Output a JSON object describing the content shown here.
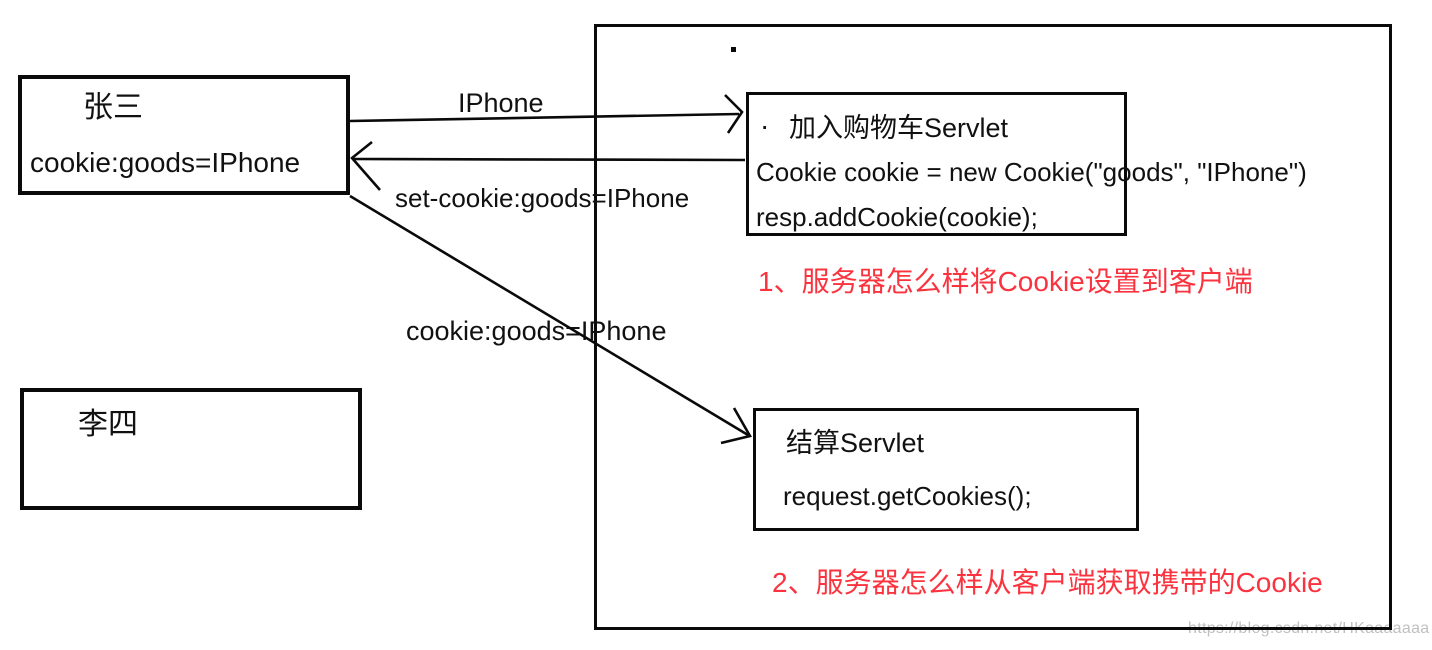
{
  "colors": {
    "line": "#0a0a0a",
    "note_red": "#fa333f",
    "watermark_gray": "#c0c0c0"
  },
  "client_zhangsan": {
    "name": "张三",
    "cookie_line": "cookie:goods=IPhone"
  },
  "client_lisi": {
    "name": "李四"
  },
  "server": {
    "top_dot": "·",
    "add_cart_servlet": {
      "bullet": "·",
      "title": "加入购物车Servlet",
      "code_line1": "Cookie cookie = new Cookie(\"goods\", \"IPhone\")",
      "code_line2": "resp.addCookie(cookie);"
    },
    "note1": "1、服务器怎么样将Cookie设置到客户端",
    "checkout_servlet": {
      "title": "结算Servlet",
      "code_line1": "request.getCookies();"
    },
    "note2": "2、服务器怎么样从客户端获取携带的Cookie"
  },
  "arrows": {
    "request_label": "IPhone",
    "set_cookie_label": "set-cookie:goods=IPhone",
    "cookie_label": "cookie:goods=IPhone"
  },
  "watermark": "https://blog.csdn.net/HKaaaaaaa"
}
